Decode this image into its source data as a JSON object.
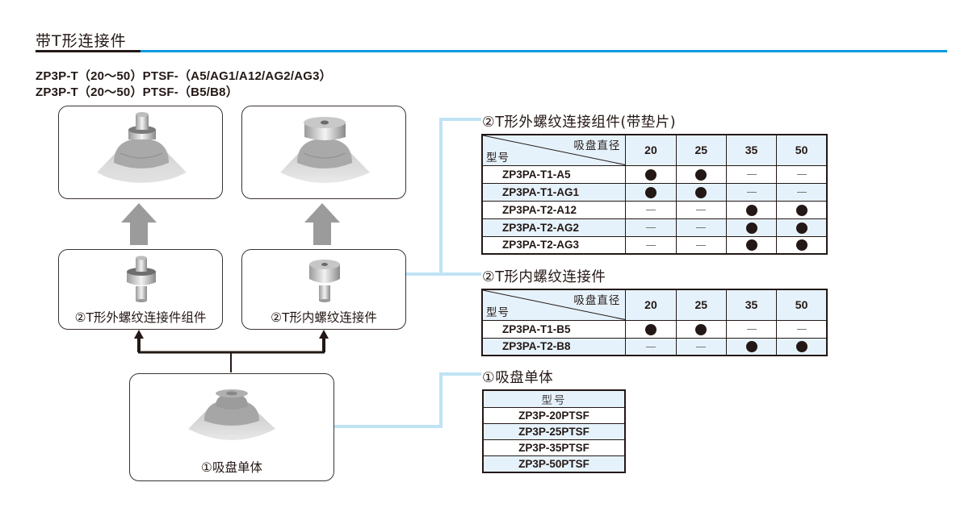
{
  "header": {
    "title": "带T形连接件",
    "model_line_1": "ZP3P-T（20～50）PTSF-（A5/AG1/A12/AG2/AG3）",
    "model_line_2": "ZP3P-T（20～50）PTSF-（B5/B8）"
  },
  "colors": {
    "accent_blue": "#0a9be0",
    "connector_light_blue": "#bfe3f5",
    "row_tint": "#e6f2fb",
    "text": "#231815"
  },
  "diagram": {
    "assembled_male_box": {
      "image": "vacuum-pad-with-male-thread-connector"
    },
    "assembled_female_box": {
      "image": "vacuum-pad-with-female-thread-connector"
    },
    "male_connector_box": {
      "image": "male-thread-connector",
      "label": "②T形外螺纹连接件组件"
    },
    "female_connector_box": {
      "image": "female-thread-connector",
      "label": "②T形内螺纹连接件"
    },
    "pad_box": {
      "image": "vacuum-pad",
      "label": "①吸盘单体"
    }
  },
  "table_male": {
    "title": "②T形外螺纹连接组件(带垫片)",
    "header_top_right": "吸盘直径",
    "header_bottom_left": "型号",
    "columns": [
      "20",
      "25",
      "35",
      "50"
    ],
    "rows": [
      {
        "model": "ZP3PA-T1-A5",
        "values": [
          "●",
          "●",
          "—",
          "—"
        ]
      },
      {
        "model": "ZP3PA-T1-AG1",
        "values": [
          "●",
          "●",
          "—",
          "—"
        ]
      },
      {
        "model": "ZP3PA-T2-A12",
        "values": [
          "—",
          "—",
          "●",
          "●"
        ]
      },
      {
        "model": "ZP3PA-T2-AG2",
        "values": [
          "—",
          "—",
          "●",
          "●"
        ]
      },
      {
        "model": "ZP3PA-T2-AG3",
        "values": [
          "—",
          "—",
          "●",
          "●"
        ]
      }
    ]
  },
  "table_female": {
    "title": "②T形内螺纹连接件",
    "header_top_right": "吸盘直径",
    "header_bottom_left": "型号",
    "columns": [
      "20",
      "25",
      "35",
      "50"
    ],
    "rows": [
      {
        "model": "ZP3PA-T1-B5",
        "values": [
          "●",
          "●",
          "—",
          "—"
        ]
      },
      {
        "model": "ZP3PA-T2-B8",
        "values": [
          "—",
          "—",
          "●",
          "●"
        ]
      }
    ]
  },
  "table_pad": {
    "title": "①吸盘单体",
    "header": "型号",
    "rows": [
      "ZP3P-20PTSF",
      "ZP3P-25PTSF",
      "ZP3P-35PTSF",
      "ZP3P-50PTSF"
    ]
  }
}
